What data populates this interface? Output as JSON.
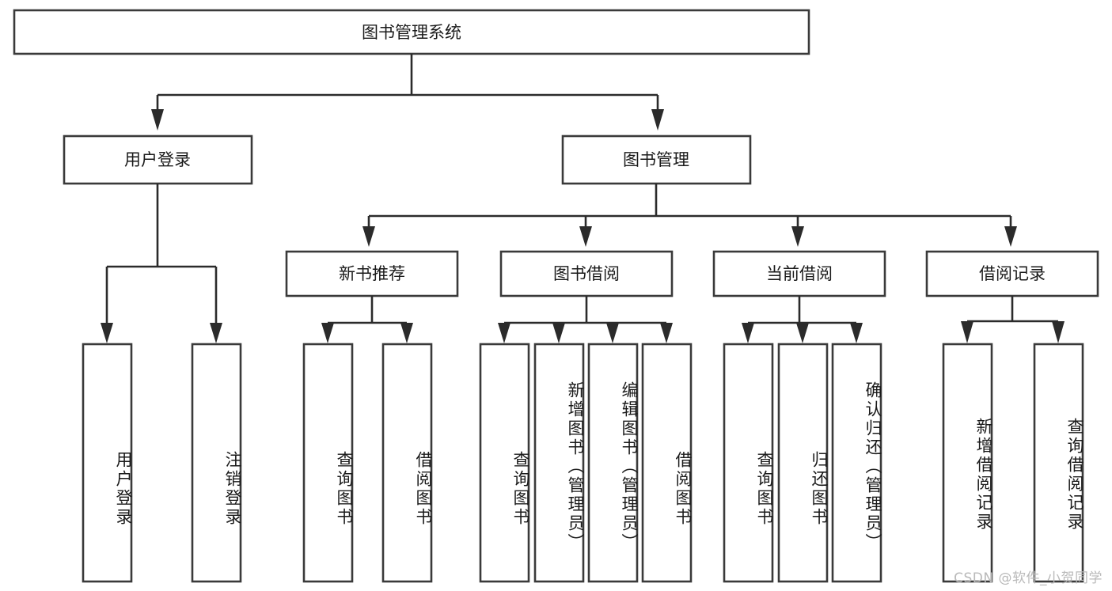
{
  "diagram": {
    "type": "tree-hierarchy",
    "title": "图书管理系统",
    "orientation": "top-down",
    "colors": {
      "box_stroke": "#3a3a3a",
      "box_fill": "#ffffff",
      "connector": "#2b2b2b",
      "text": "#1a1a1a",
      "watermark": "#b9b9b9",
      "background": "#ffffff"
    },
    "root": {
      "label": "图书管理系统"
    },
    "level2": [
      {
        "label": "用户登录"
      },
      {
        "label": "图书管理"
      }
    ],
    "level3": [
      {
        "label": "新书推荐"
      },
      {
        "label": "图书借阅"
      },
      {
        "label": "当前借阅"
      },
      {
        "label": "借阅记录"
      }
    ],
    "leaves": {
      "user_login": [
        {
          "label": "用户登录"
        },
        {
          "label": "注销登录"
        }
      ],
      "new_book_recommend": [
        {
          "label": "查询图书"
        },
        {
          "label": "借阅图书"
        }
      ],
      "book_borrow": [
        {
          "label": "查询图书"
        },
        {
          "label": "新增图书（管理员）"
        },
        {
          "label": "编辑图书（管理员）"
        },
        {
          "label": "借阅图书"
        }
      ],
      "current_borrow": [
        {
          "label": "查询图书"
        },
        {
          "label": "归还图书"
        },
        {
          "label": "确认归还（管理员）"
        }
      ],
      "borrow_record": [
        {
          "label": "新增借阅记录"
        },
        {
          "label": "查询借阅记录"
        }
      ]
    }
  },
  "watermark": {
    "text": "CSDN @软件_小贺同学"
  }
}
